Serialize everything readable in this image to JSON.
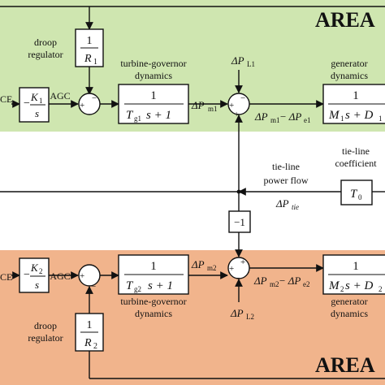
{
  "colors": {
    "area1": "#cfe6b0",
    "area2": "#f1b48c",
    "band": "#ffffff"
  },
  "area1": {
    "title": "AREA",
    "droop_label": [
      "droop",
      "regulator"
    ],
    "droop_block": {
      "num": "1",
      "den_main": "R",
      "den_sub": "1"
    },
    "integrator": {
      "num_main": "K",
      "num_sub": "1",
      "den": "s",
      "sign": "−"
    },
    "ace_label": "CE",
    "agc_label": "AGC",
    "turbine_label": [
      "turbine-governor",
      "dynamics"
    ],
    "turbine_block": {
      "num": "1",
      "den_main": "T",
      "den_sub": "g1",
      "den_rest": "s + 1"
    },
    "load_label": {
      "main": "ΔP",
      "sub": "L1"
    },
    "pm_label": {
      "main": "ΔP",
      "sub": "m1"
    },
    "out_label": {
      "a": "ΔP",
      "a_sub": "m1",
      "b": " − ΔP",
      "b_sub": "e1"
    },
    "generator_label": [
      "generator",
      "dynamics"
    ],
    "generator_block": {
      "num": "1",
      "den_a": "M",
      "den_a_sub": "1",
      "den_b": "s + D",
      "den_b_sub": "1"
    }
  },
  "tieline": {
    "flow_label": [
      "tie-line",
      "power flow"
    ],
    "flow_symbol": {
      "main": "ΔP",
      "sub": "tie"
    },
    "coef_label": [
      "tie-line",
      "coefficient"
    ],
    "coef_block": {
      "main": "T",
      "sub": "0"
    },
    "minus_one": "−1"
  },
  "area2": {
    "title": "AREA",
    "droop_label": [
      "droop",
      "regulator"
    ],
    "droop_block": {
      "num": "1",
      "den_main": "R",
      "den_sub": "2"
    },
    "integrator": {
      "num_main": "K",
      "num_sub": "2",
      "den": "s",
      "sign": "−"
    },
    "ace_label": "CE",
    "agc_label": "AGC",
    "turbine_label": [
      "turbine-governor",
      "dynamics"
    ],
    "turbine_block": {
      "num": "1",
      "den_main": "T",
      "den_sub": "g2",
      "den_rest": "s + 1"
    },
    "load_label": {
      "main": "ΔP",
      "sub": "L2"
    },
    "pm_label": {
      "main": "ΔP",
      "sub": "m2"
    },
    "out_label": {
      "a": "ΔP",
      "a_sub": "m2",
      "b": " − ΔP",
      "b_sub": "e2"
    },
    "generator_label": [
      "generator",
      "dynamics"
    ],
    "generator_block": {
      "num": "1",
      "den_a": "M",
      "den_a_sub": "2",
      "den_b": "s + D",
      "den_b_sub": "2"
    }
  },
  "signs": {
    "plus": "+",
    "minus": "−"
  }
}
